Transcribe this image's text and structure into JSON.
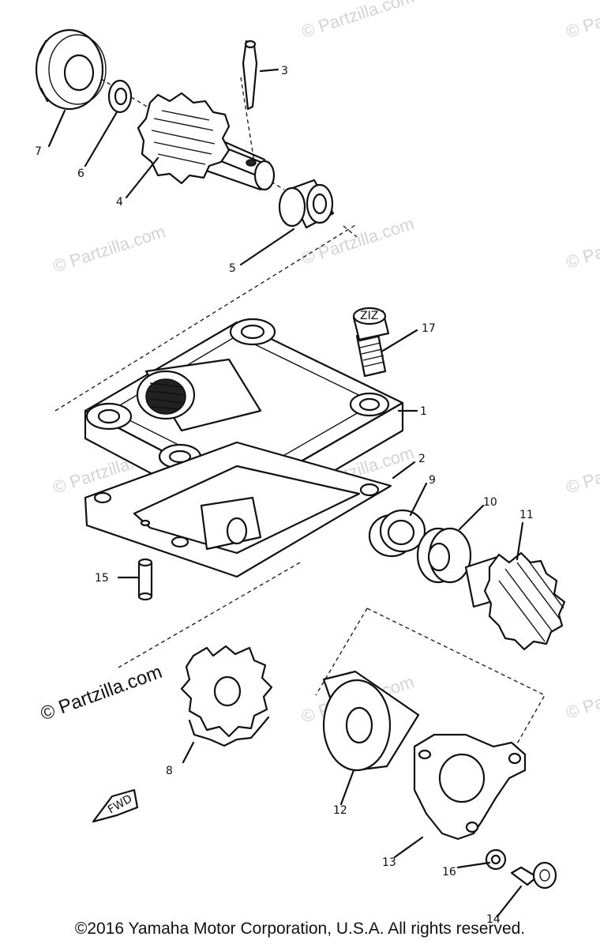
{
  "watermark": {
    "text": "© Partzilla.com"
  },
  "callouts": [
    {
      "id": "c1",
      "label": "1"
    },
    {
      "id": "c2",
      "label": "2"
    },
    {
      "id": "c3",
      "label": "3"
    },
    {
      "id": "c4",
      "label": "4"
    },
    {
      "id": "c5",
      "label": "5"
    },
    {
      "id": "c6",
      "label": "6"
    },
    {
      "id": "c7",
      "label": "7"
    },
    {
      "id": "c8",
      "label": "8"
    },
    {
      "id": "c9",
      "label": "9"
    },
    {
      "id": "c10",
      "label": "10"
    },
    {
      "id": "c11",
      "label": "11"
    },
    {
      "id": "c12",
      "label": "12"
    },
    {
      "id": "c13",
      "label": "13"
    },
    {
      "id": "c14",
      "label": "14"
    },
    {
      "id": "c15",
      "label": "15"
    },
    {
      "id": "c16",
      "label": "16"
    },
    {
      "id": "c17",
      "label": "17"
    }
  ],
  "bolt_head_marking": "ZIZ",
  "fwd_marker": "FWD",
  "copyright": "©2016 Yamaha Motor Corporation, U.S.A. All rights reserved."
}
